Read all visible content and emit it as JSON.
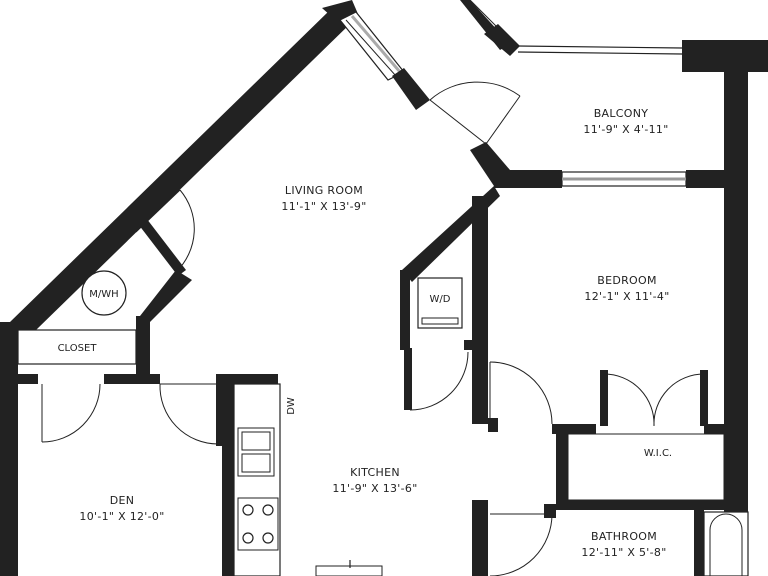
{
  "rooms": {
    "balcony": {
      "name": "BALCONY",
      "dims": "11'-9\" X 4'-11\""
    },
    "living_room": {
      "name": "LIVING ROOM",
      "dims": "11'-1\" X 13'-9\""
    },
    "bedroom": {
      "name": "BEDROOM",
      "dims": "12'-1\" X 11'-4\""
    },
    "kitchen": {
      "name": "KITCHEN",
      "dims": "11'-9\" X 13'-6\""
    },
    "den": {
      "name": "DEN",
      "dims": "10'-1\" X 12'-0\""
    },
    "bathroom": {
      "name": "BATHROOM",
      "dims": "12'-11\" X 5'-8\""
    }
  },
  "fixtures": {
    "closet": "CLOSET",
    "mwh": "M/WH",
    "wd": "W/D",
    "wic": "W.I.C.",
    "dw": "DW"
  }
}
